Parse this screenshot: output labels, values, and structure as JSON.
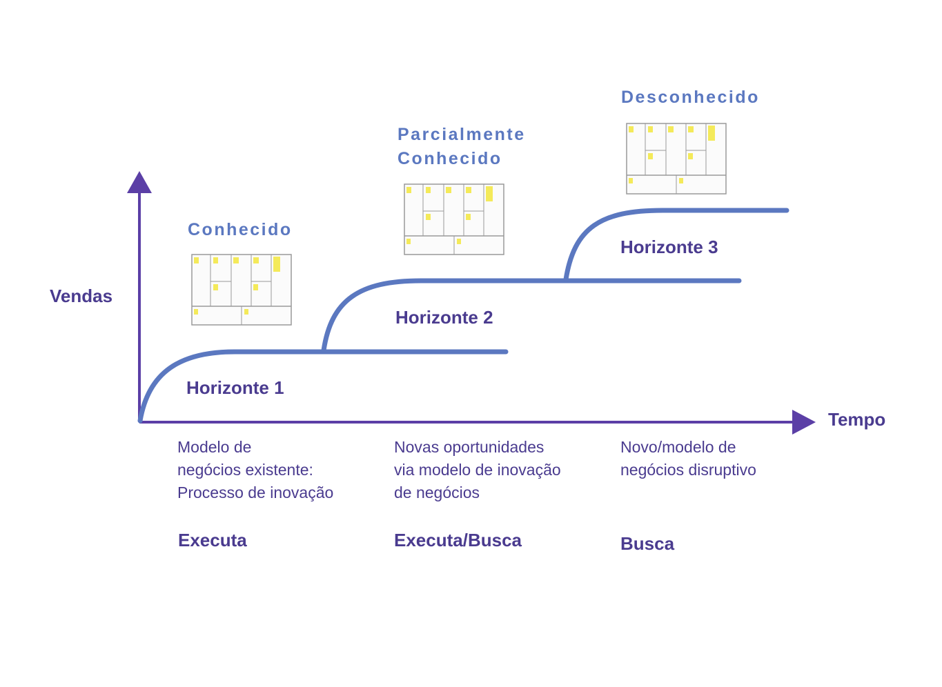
{
  "axes": {
    "y_label": "Vendas",
    "x_label": "Tempo"
  },
  "colors": {
    "axis": "#5b3fa6",
    "curve": "#5b78c0",
    "text": "#4a3b8f",
    "state": "#5b78c0",
    "sticky": "#f4ea5a"
  },
  "horizons": [
    {
      "label": "Horizonte 1",
      "state": "Conhecido",
      "description": [
        "Modelo de",
        "negócios existente:",
        "Processo de inovação"
      ],
      "mode": "Executa"
    },
    {
      "label": "Horizonte 2",
      "state": [
        "Parcialmente",
        "Conhecido"
      ],
      "description": [
        "Novas oportunidades",
        "via modelo de inovação",
        "de negócios"
      ],
      "mode": "Executa/Busca"
    },
    {
      "label": "Horizonte 3",
      "state": "Desconhecido",
      "description": [
        "Novo/modelo de",
        "negócios disruptivo"
      ],
      "mode": "Busca"
    }
  ],
  "canvas_icon": "business-model-canvas-sketch"
}
